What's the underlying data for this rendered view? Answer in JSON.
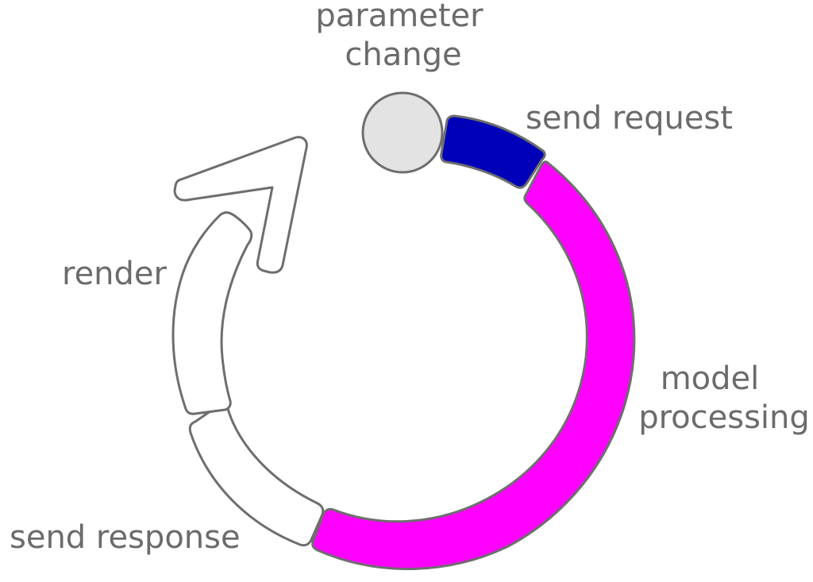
{
  "labels": {
    "parameter_change": [
      "parameter",
      "change"
    ],
    "send_request": "send request",
    "model_processing": [
      "model",
      "processing"
    ],
    "send_response": "send response",
    "render": "render"
  },
  "colors": {
    "parameter_change": "#e3e3e3",
    "send_request": "#0000b8",
    "model_processing": "#ff00ff",
    "send_response": "#ffffff",
    "render": "#ffffff",
    "outline": "#6e6e6e",
    "text": "#6b6b6b"
  }
}
